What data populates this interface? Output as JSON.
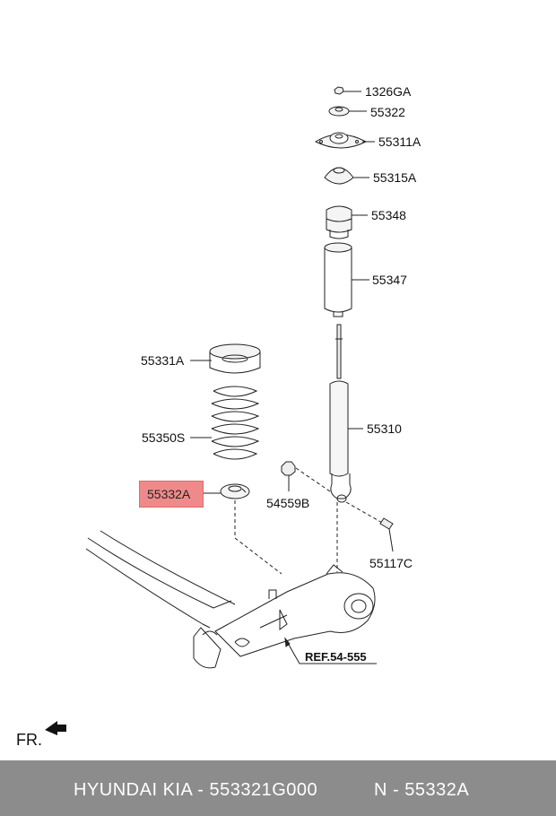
{
  "diagram": {
    "labels": {
      "p1326GA": "1326GA",
      "p55322": "55322",
      "p55311A": "55311A",
      "p55315A": "55315A",
      "p55348": "55348",
      "p55347": "55347",
      "p55331A": "55331A",
      "p55350S": "55350S",
      "p55310": "55310",
      "p55332A": "55332A",
      "p54559B": "54559B",
      "p55117C": "55117C",
      "ref": "REF.54-555"
    },
    "front_marker": "FR.",
    "highlight_color": "#f08a8a"
  },
  "footer": {
    "brand": "HYUNDAI  KIA - 553321G000",
    "number": "N - 55332A"
  }
}
